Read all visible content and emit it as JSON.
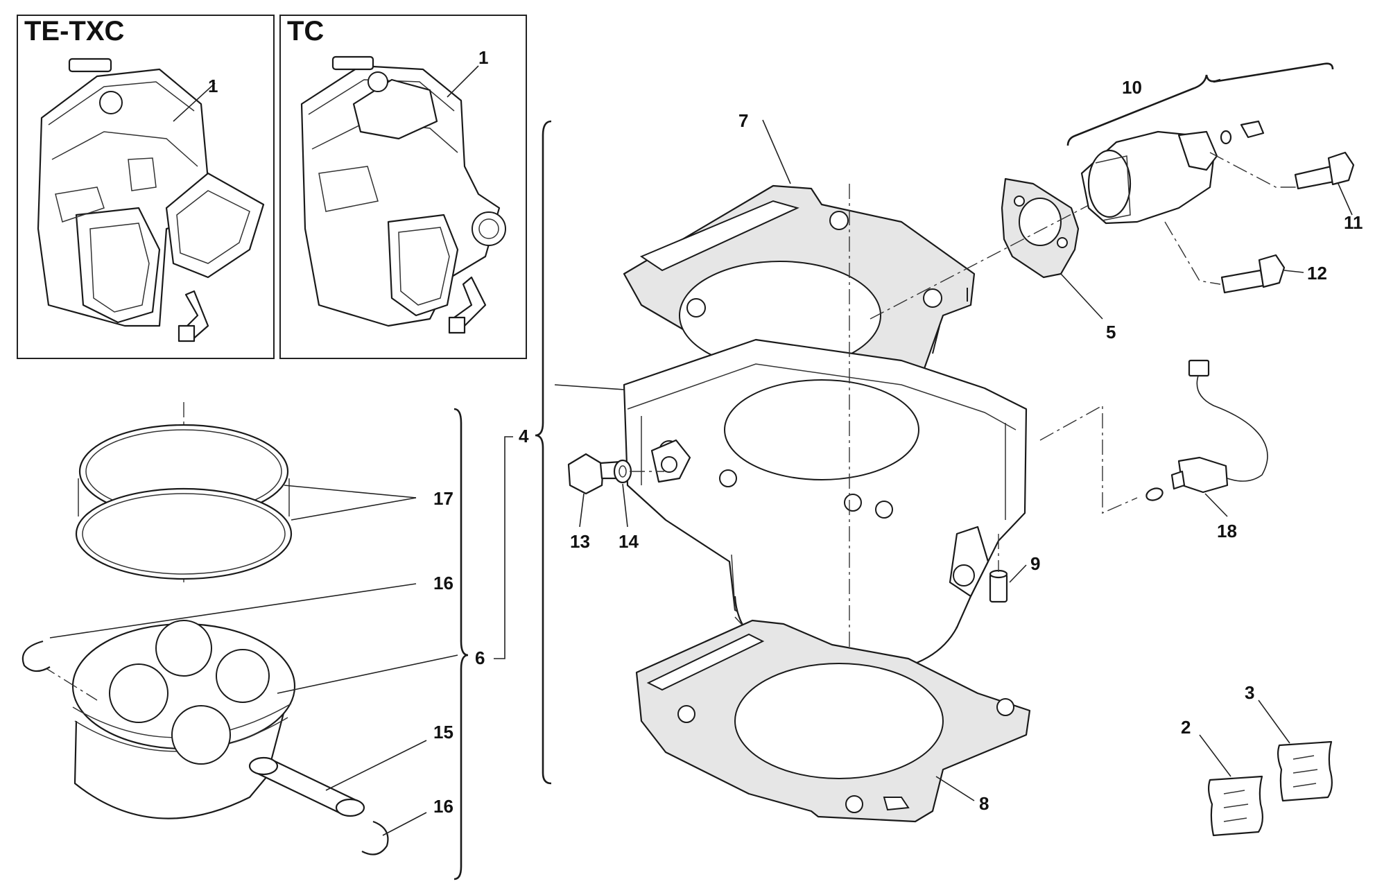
{
  "panels": {
    "te_txc": {
      "title": "TE-TXC",
      "callout": "1"
    },
    "tc": {
      "title": "TC",
      "callout": "1"
    }
  },
  "callouts": {
    "c2": "2",
    "c3": "3",
    "c4": "4",
    "c5": "5",
    "c6": "6",
    "c7": "7",
    "c8": "8",
    "c9": "9",
    "c10": "10",
    "c11": "11",
    "c12": "12",
    "c13": "13",
    "c14": "14",
    "c15": "15",
    "c16a": "16",
    "c16b": "16",
    "c17": "17",
    "c18": "18"
  }
}
